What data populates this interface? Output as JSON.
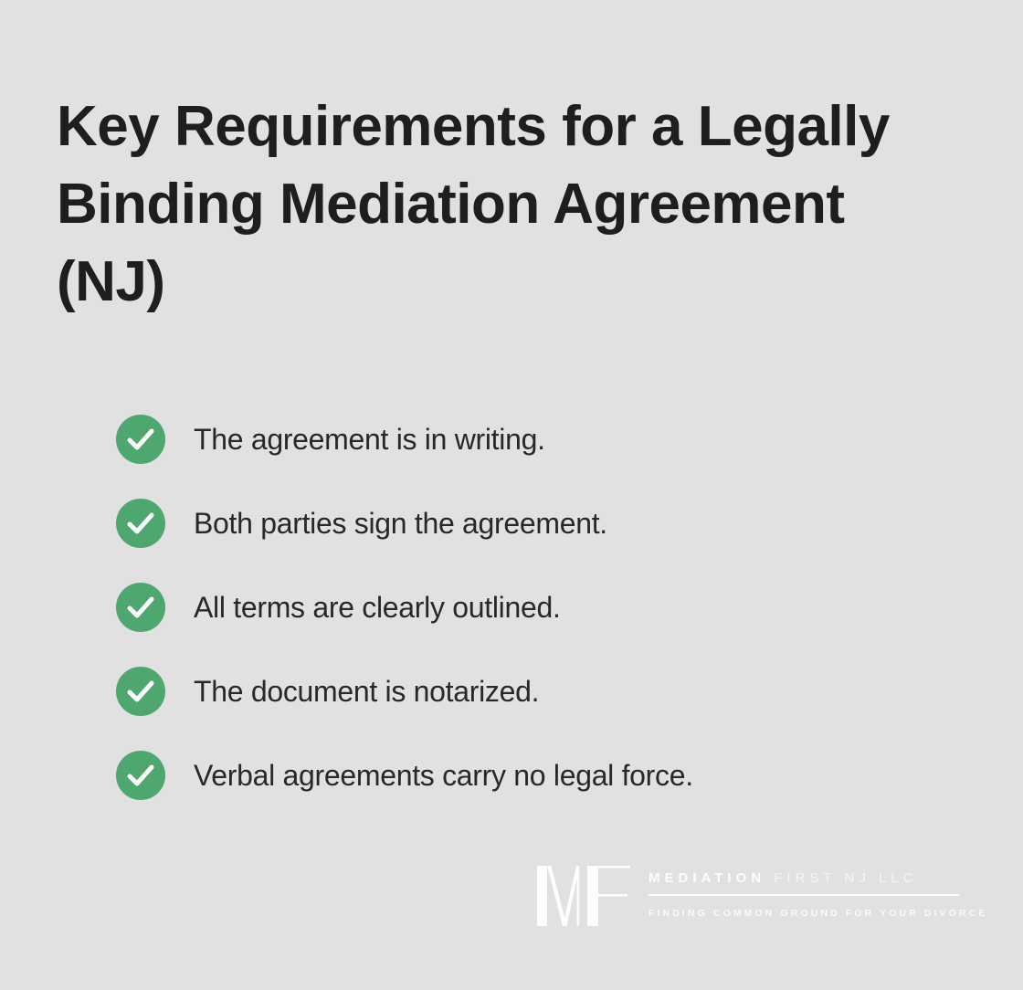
{
  "page": {
    "background_color": "#e0e1e0",
    "title_color": "#1e1e1e",
    "text_color": "#282828"
  },
  "title": {
    "lines": [
      "Key Requirements for a Legally",
      "Binding Mediation Agreement",
      "(NJ)"
    ]
  },
  "checklist": {
    "check_icon": "checkmark-circle",
    "check_color": "#4ea76f",
    "check_mark_color": "#ffffff",
    "items": [
      {
        "text": "The agreement is in writing."
      },
      {
        "text": "Both parties sign the agreement."
      },
      {
        "text": "All terms are clearly outlined."
      },
      {
        "text": "The document is notarized."
      },
      {
        "text": "Verbal agreements carry no legal force."
      }
    ]
  },
  "logo": {
    "monogram": "MF",
    "brand_bold": "MEDIATION",
    "brand_light": "FIRST NJ LLC",
    "tagline": "FINDING COMMON GROUND FOR YOUR DIVORCE",
    "color": "#ffffff"
  }
}
